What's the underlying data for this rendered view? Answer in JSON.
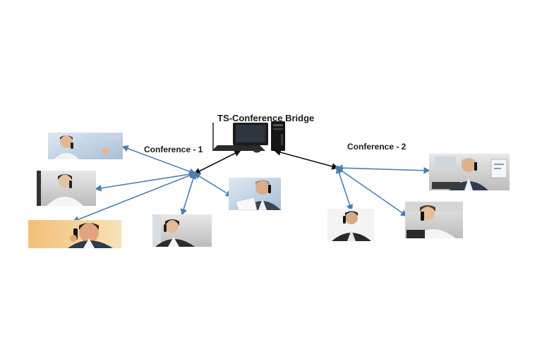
{
  "bridge": {
    "title": "TS-Conference Bridge",
    "icon": "desktop-computer-icon"
  },
  "conferences": [
    {
      "id": "conference-1",
      "label": "Conference - 1",
      "participants": [
        {
          "id": "p1",
          "icon": "person-on-phone-icon"
        },
        {
          "id": "p2",
          "icon": "person-on-phone-icon"
        },
        {
          "id": "p3",
          "icon": "person-on-phone-icon"
        },
        {
          "id": "p4",
          "icon": "person-on-phone-icon"
        },
        {
          "id": "p5",
          "icon": "person-on-phone-icon"
        }
      ]
    },
    {
      "id": "conference-2",
      "label": "Conference - 2",
      "participants": [
        {
          "id": "p6",
          "icon": "person-on-phone-icon"
        },
        {
          "id": "p7",
          "icon": "person-on-phone-icon"
        },
        {
          "id": "p8",
          "icon": "person-on-phone-icon"
        }
      ]
    }
  ],
  "colors": {
    "link_blue": "#4a7fb5",
    "link_black": "#111111",
    "text": "#1a1a1a"
  }
}
